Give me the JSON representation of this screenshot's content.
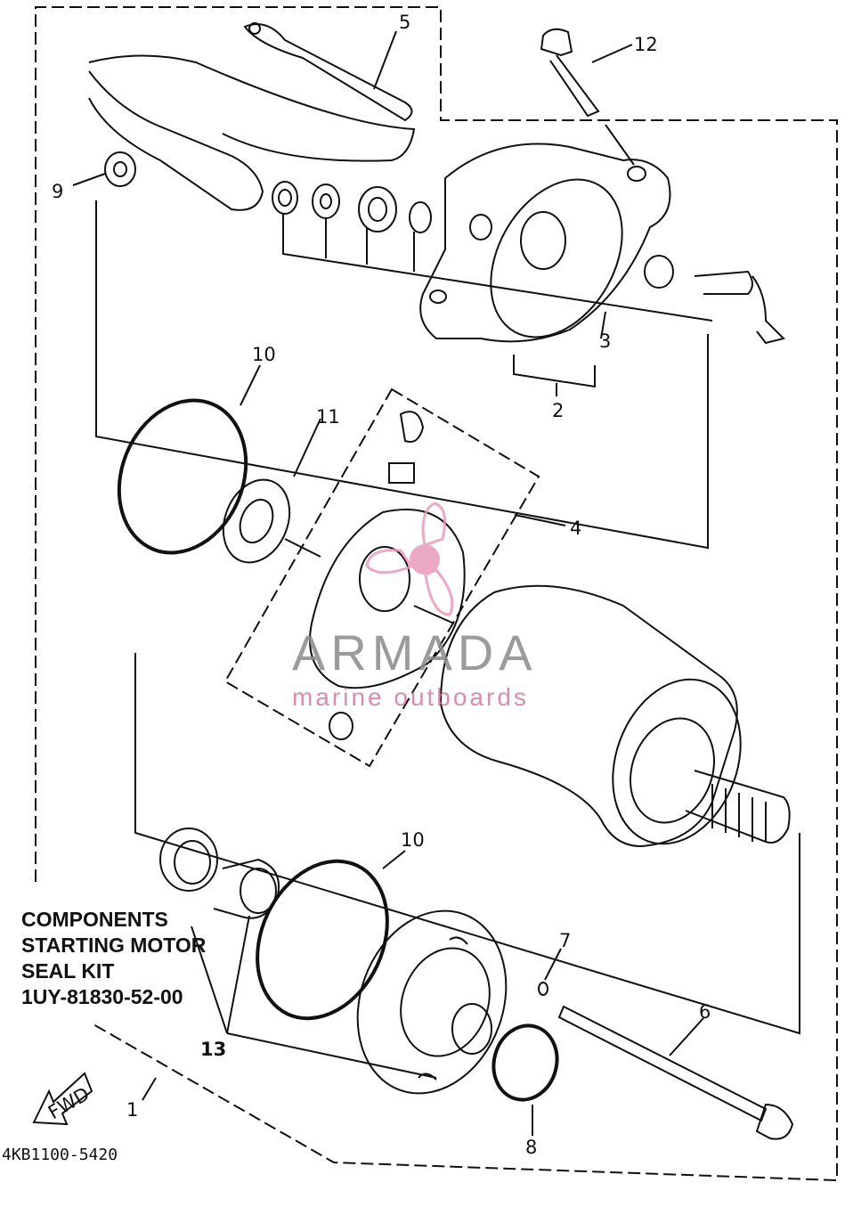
{
  "diagram": {
    "part_numbers": {
      "p1": "1",
      "p2": "2",
      "p3": "3",
      "p4": "4",
      "p5": "5",
      "p6": "6",
      "p7": "7",
      "p8": "8",
      "p9": "9",
      "p10a": "10",
      "p10b": "10",
      "p11": "11",
      "p12": "12",
      "p13": "13"
    },
    "callout": {
      "line1": "COMPONENTS",
      "line2": "STARTING MOTOR",
      "line3": "SEAL KIT",
      "line4": "1UY-81830-52-00"
    },
    "fwd_label": "FWD",
    "diagram_code": "4KB1100-5420"
  },
  "watermark": {
    "brand": "ARMADA",
    "tagline": "marine outboards",
    "brand_color": "#8a8a8a",
    "accent_color": "#e89bbd"
  }
}
